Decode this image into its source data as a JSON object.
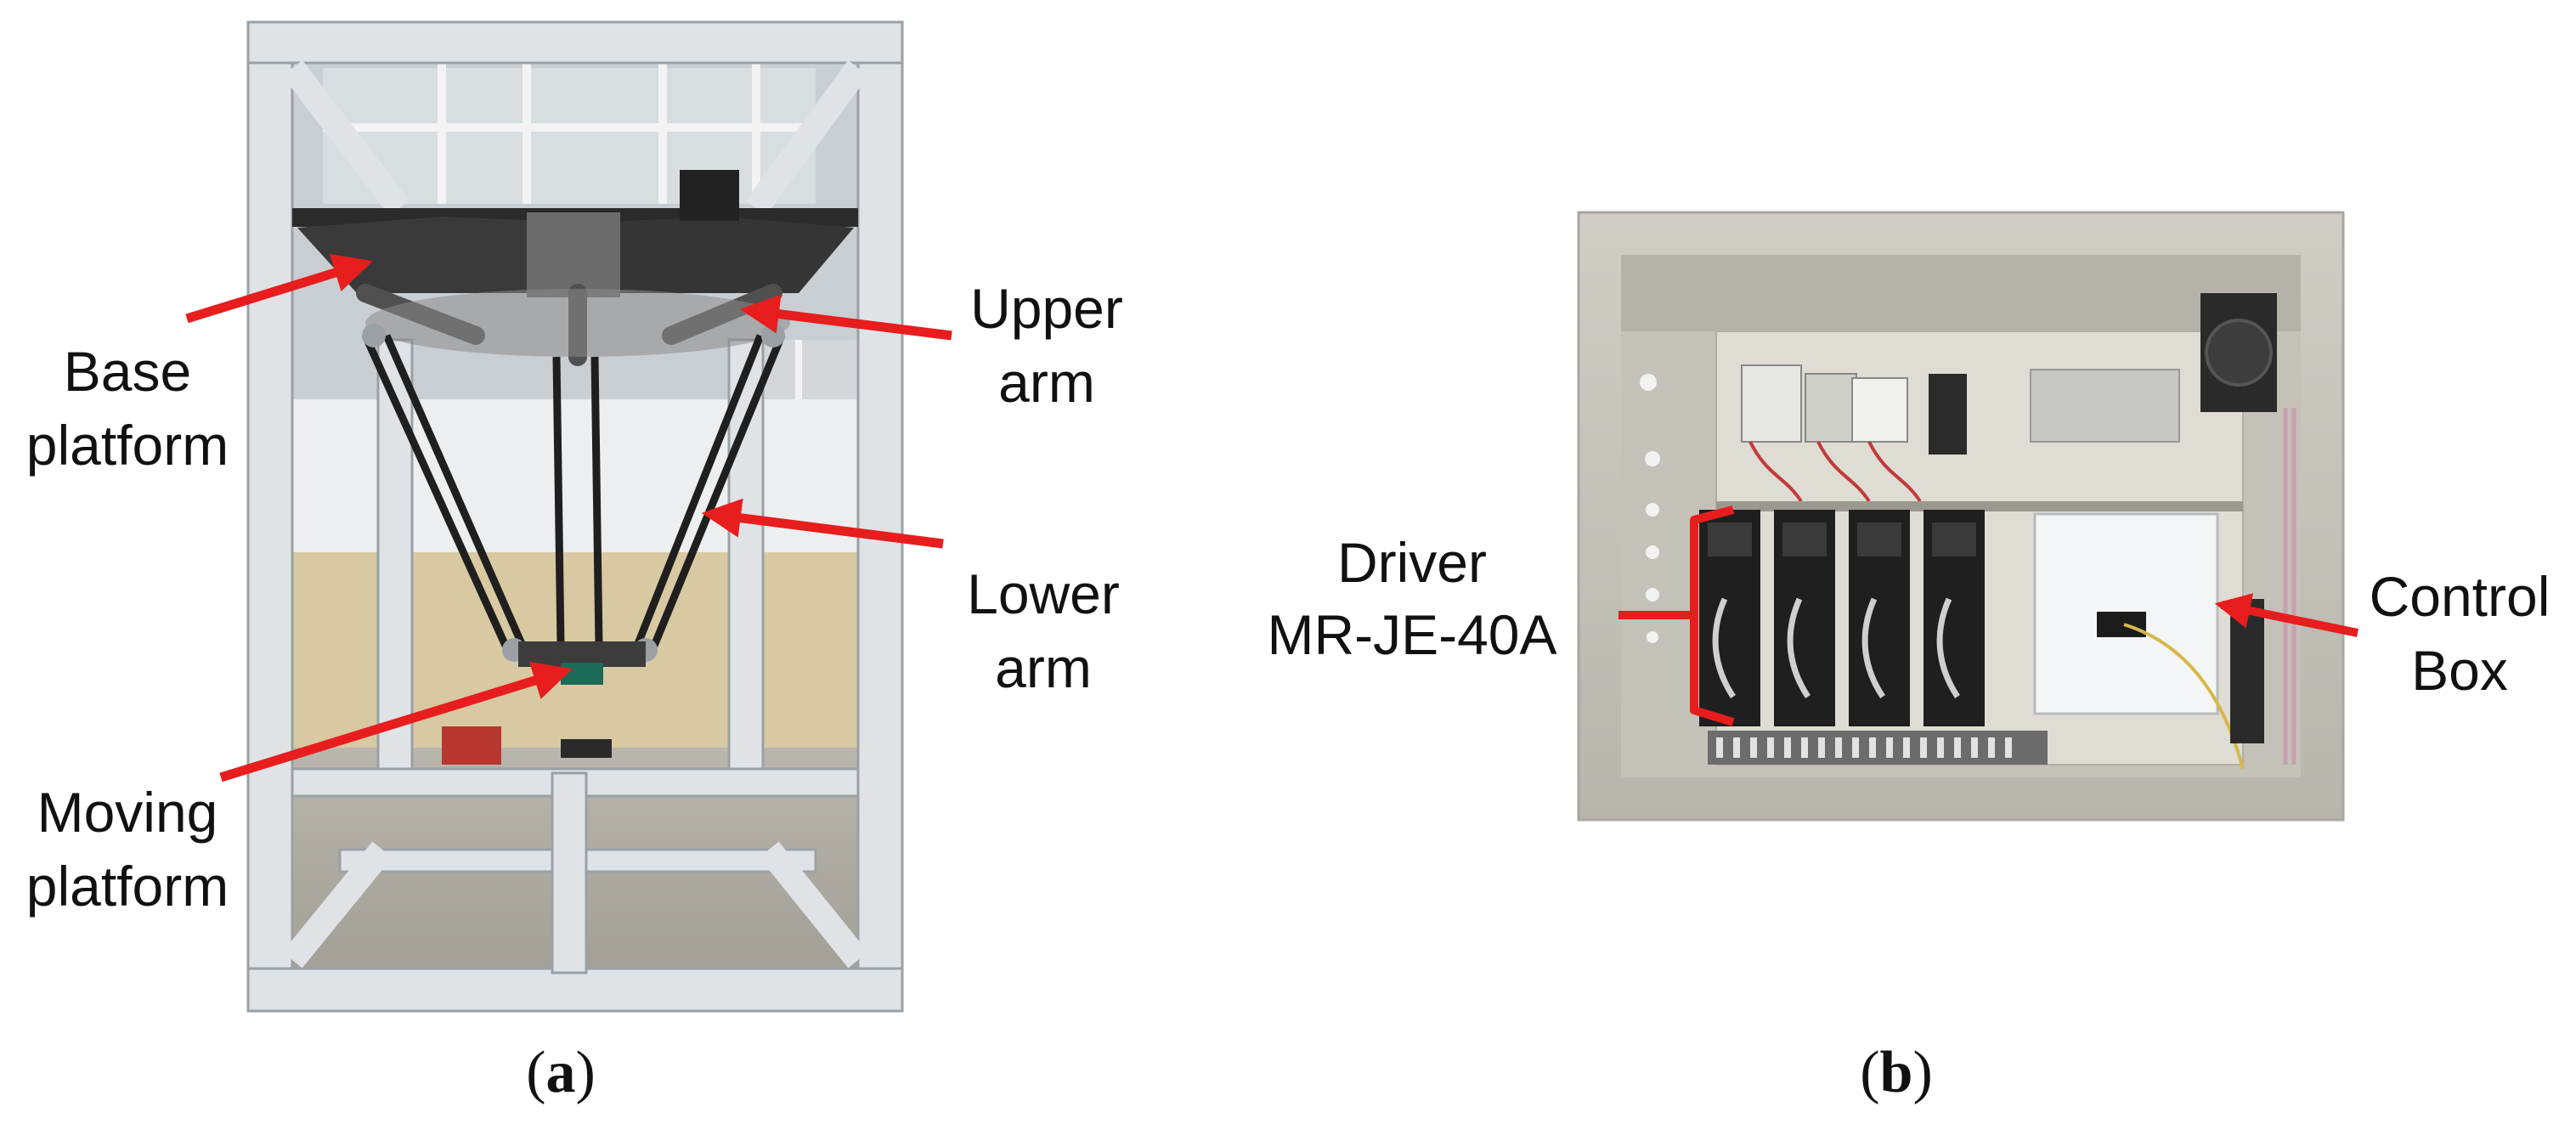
{
  "panel_a": {
    "caption_open": "(",
    "caption_letter": "a",
    "caption_close": ")",
    "labels": {
      "base_platform_line1": "Base",
      "base_platform_line2": "platform",
      "upper_arm_line1": "Upper",
      "upper_arm_line2": "arm",
      "lower_arm_line1": "Lower",
      "lower_arm_line2": "arm",
      "moving_platform_line1": "Moving",
      "moving_platform_line2": "platform"
    }
  },
  "panel_b": {
    "caption_open": "(",
    "caption_letter": "b",
    "caption_close": ")",
    "labels": {
      "driver_line1": "Driver",
      "driver_line2": "MR-JE-40A",
      "control_box_line1": "Control",
      "control_box_line2": "Box"
    }
  },
  "colors": {
    "annotation": "#e81d1d",
    "frame": "#dfe3e6",
    "cabinet": "#d9d8d0",
    "wall_beige": "#d8c9a2"
  }
}
